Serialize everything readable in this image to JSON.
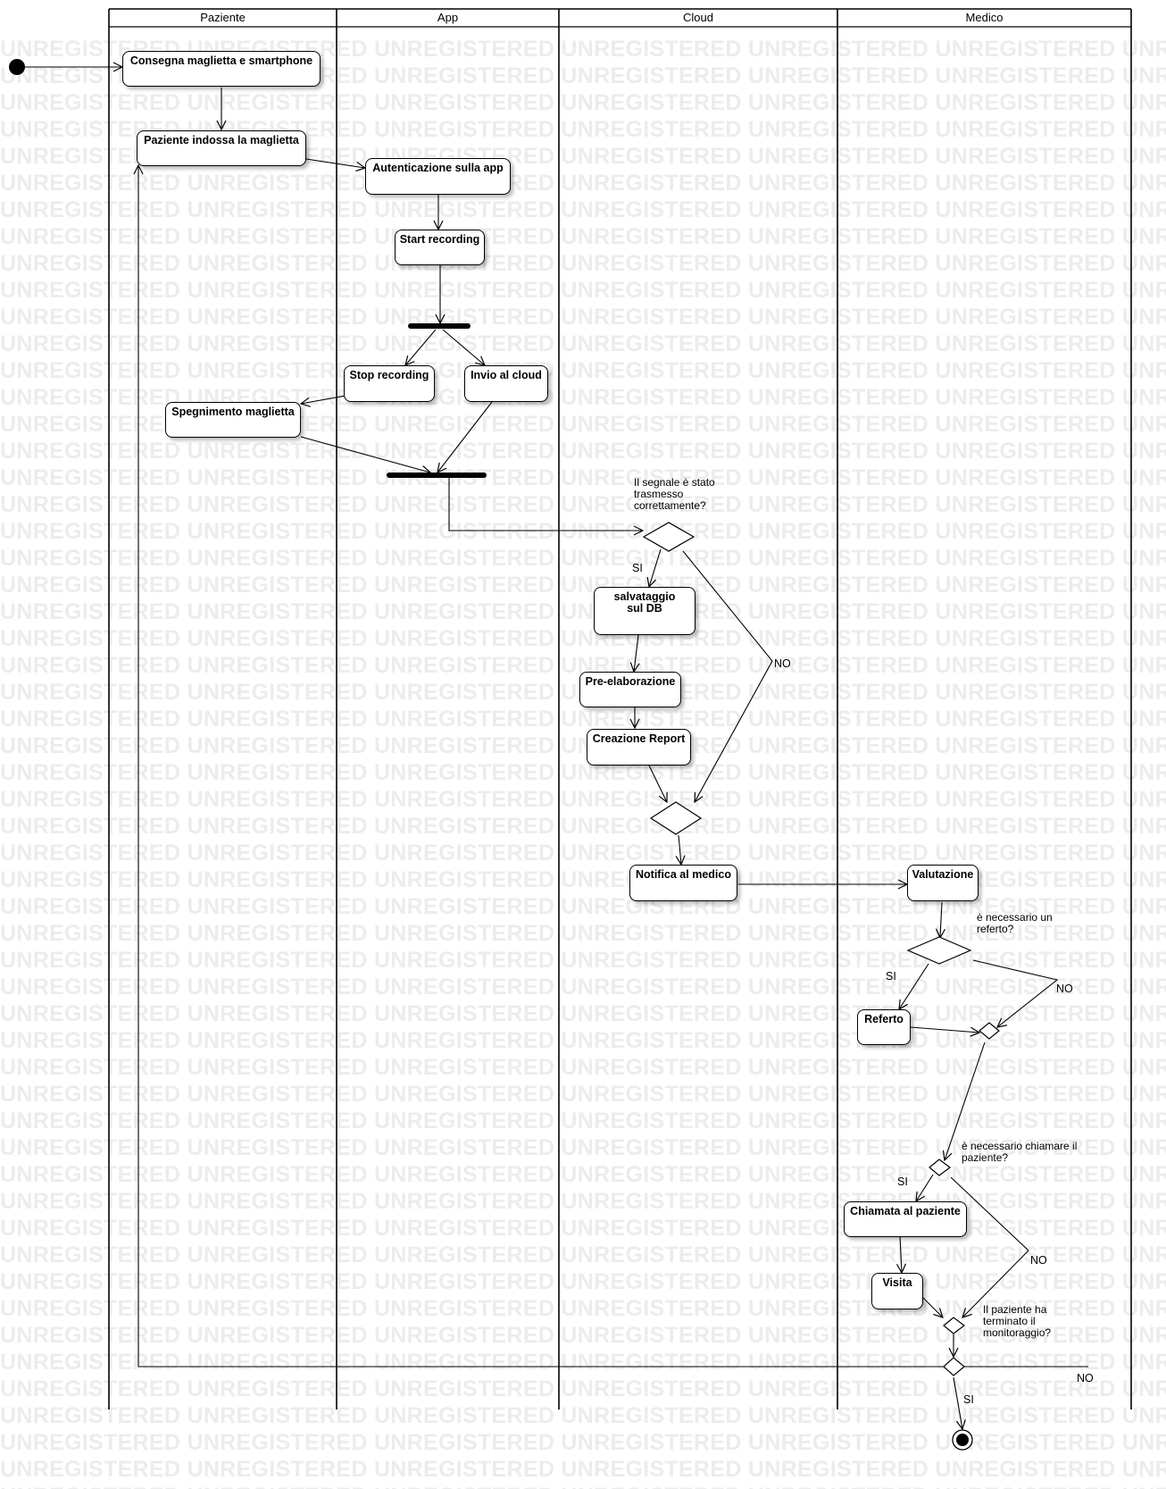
{
  "watermark": "UNREGISTERED",
  "lanes": {
    "paziente": "Paziente",
    "app": "App",
    "cloud": "Cloud",
    "medico": "Medico"
  },
  "actions": {
    "consegna": "Consegna maglietta e smartphone",
    "indossa": "Paziente indossa la maglietta",
    "autenticazione": "Autenticazione sulla app",
    "start_recording": "Start recording",
    "stop_recording": "Stop recording",
    "invio_cloud": "Invio al cloud",
    "spegnimento": "Spegnimento maglietta",
    "salvataggio": "salvataggio sul DB",
    "pre_elaborazione": "Pre-elaborazione",
    "creazione_report": "Creazione Report",
    "notifica": "Notifica al medico",
    "valutazione": "Valutazione",
    "referto": "Referto",
    "chiamata": "Chiamata al paziente",
    "visita": "Visita"
  },
  "notes": {
    "segnale": "Il segnale è stato\ntrasmesso\ncorrettamente?",
    "referto_question": "è necessario un\nreferto?",
    "chiamare_question": "è necessario chiamare il\npaziente?",
    "terminato_question": "Il paziente ha\nterminato il\nmonitoraggio?"
  },
  "guards": {
    "si_segnale": "SI",
    "no_segnale": "NO",
    "si_referto": "SI",
    "no_referto": "NO",
    "si_chiamare": "SI",
    "no_chiamare": "NO",
    "no_terminato": "NO",
    "si_terminato": "SI"
  }
}
